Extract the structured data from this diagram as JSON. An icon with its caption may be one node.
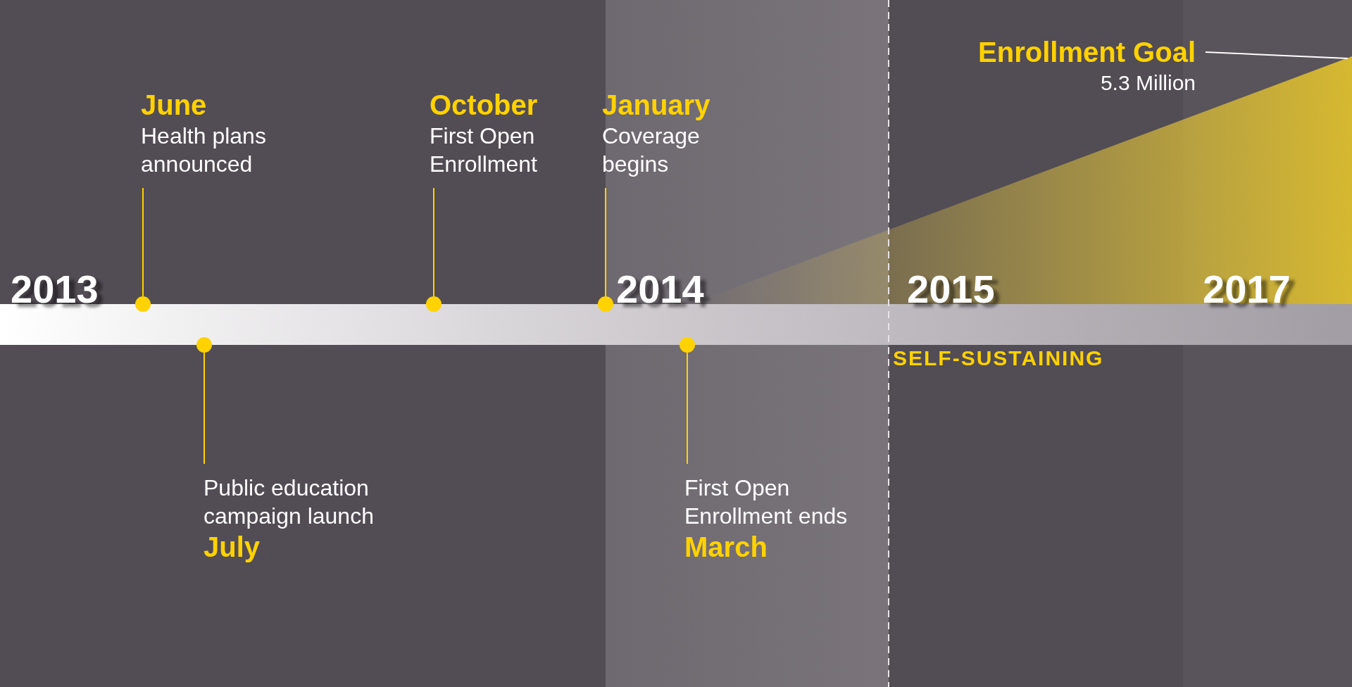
{
  "diagram": {
    "nodes": [
      {
        "text": [
          "June",
          "Health plans announced"
        ]
      },
      {
        "text": [],
        "shape": "circle"
      },
      {
        "text": [
          "Public education campaign launch",
          "July"
        ]
      },
      {
        "text": [],
        "shape": "circle"
      },
      {
        "text": [
          "October",
          "First Open Enrollment"
        ]
      },
      {
        "text": [],
        "shape": "circle"
      },
      {
        "text": [
          "January",
          "Coverage begins"
        ]
      },
      {
        "text": [],
        "shape": "circle"
      },
      {
        "text": [
          "First Open Enrollment ends",
          "March"
        ]
      },
      {
        "text": [],
        "shape": "circle"
      },
      {
        "text": [
          "Enrollment Goal",
          "5.3 Million"
        ]
      },
      {
        "text": [],
        "shape": "triangle"
      },
      {
        "text": [],
        "shape": "bar"
      }
    ],
    "edges": [
      {
        "from": 0,
        "to": 1,
        "arrow": "none"
      },
      {
        "from": 2,
        "to": 3,
        "arrow": "none"
      },
      {
        "from": 4,
        "to": 5,
        "arrow": "none"
      },
      {
        "from": 6,
        "to": 7,
        "arrow": "none"
      },
      {
        "from": 8,
        "to": 9,
        "arrow": "none"
      },
      {
        "from": 10,
        "to": 11,
        "arrow": "none",
        "color": "#ffffff"
      }
    ],
    "labels": [
      "2013",
      "2014",
      "2015",
      "2017",
      "SELF-SUSTAINING"
    ]
  }
}
